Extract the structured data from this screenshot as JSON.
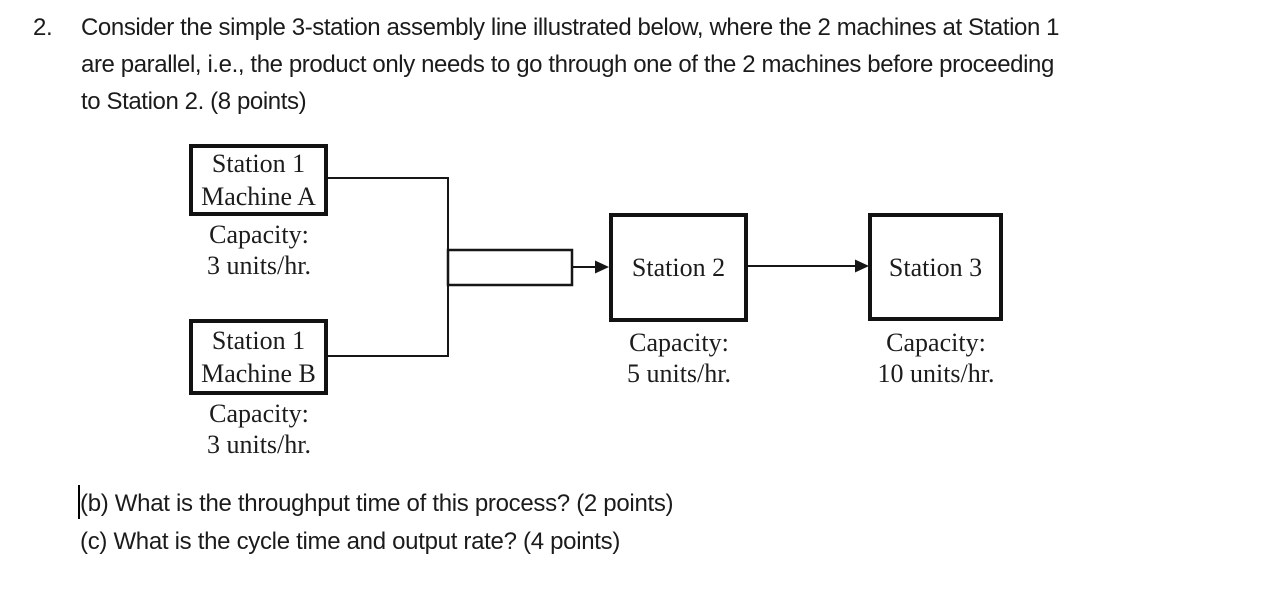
{
  "page": {
    "background": "#ffffff",
    "ink": "#1b1b1b"
  },
  "question": {
    "number": "2.",
    "lines": [
      "Consider the simple 3-station assembly line illustrated below, where the 2 machines at Station 1",
      "are parallel, i.e., the product only needs to go through one of the 2 machines before proceeding",
      "to Station 2. (8 points)"
    ],
    "points": "8 points"
  },
  "diagram": {
    "station1_machine_a": {
      "title_line1": "Station 1",
      "title_line2": "Machine A",
      "capacity_label": "Capacity:",
      "capacity_value": "3 units/hr."
    },
    "station1_machine_b": {
      "title_line1": "Station 1",
      "title_line2": "Machine B",
      "capacity_label": "Capacity:",
      "capacity_value": "3 units/hr."
    },
    "station2": {
      "title": "Station 2",
      "capacity_label": "Capacity:",
      "capacity_value": "5 units/hr."
    },
    "station3": {
      "title": "Station 3",
      "capacity_label": "Capacity:",
      "capacity_value": "10 units/hr."
    }
  },
  "sub_questions": {
    "b": "(b) What is the throughput time of this process? (2 points)",
    "c": "(c) What is the cycle time and output rate? (4 points)"
  }
}
